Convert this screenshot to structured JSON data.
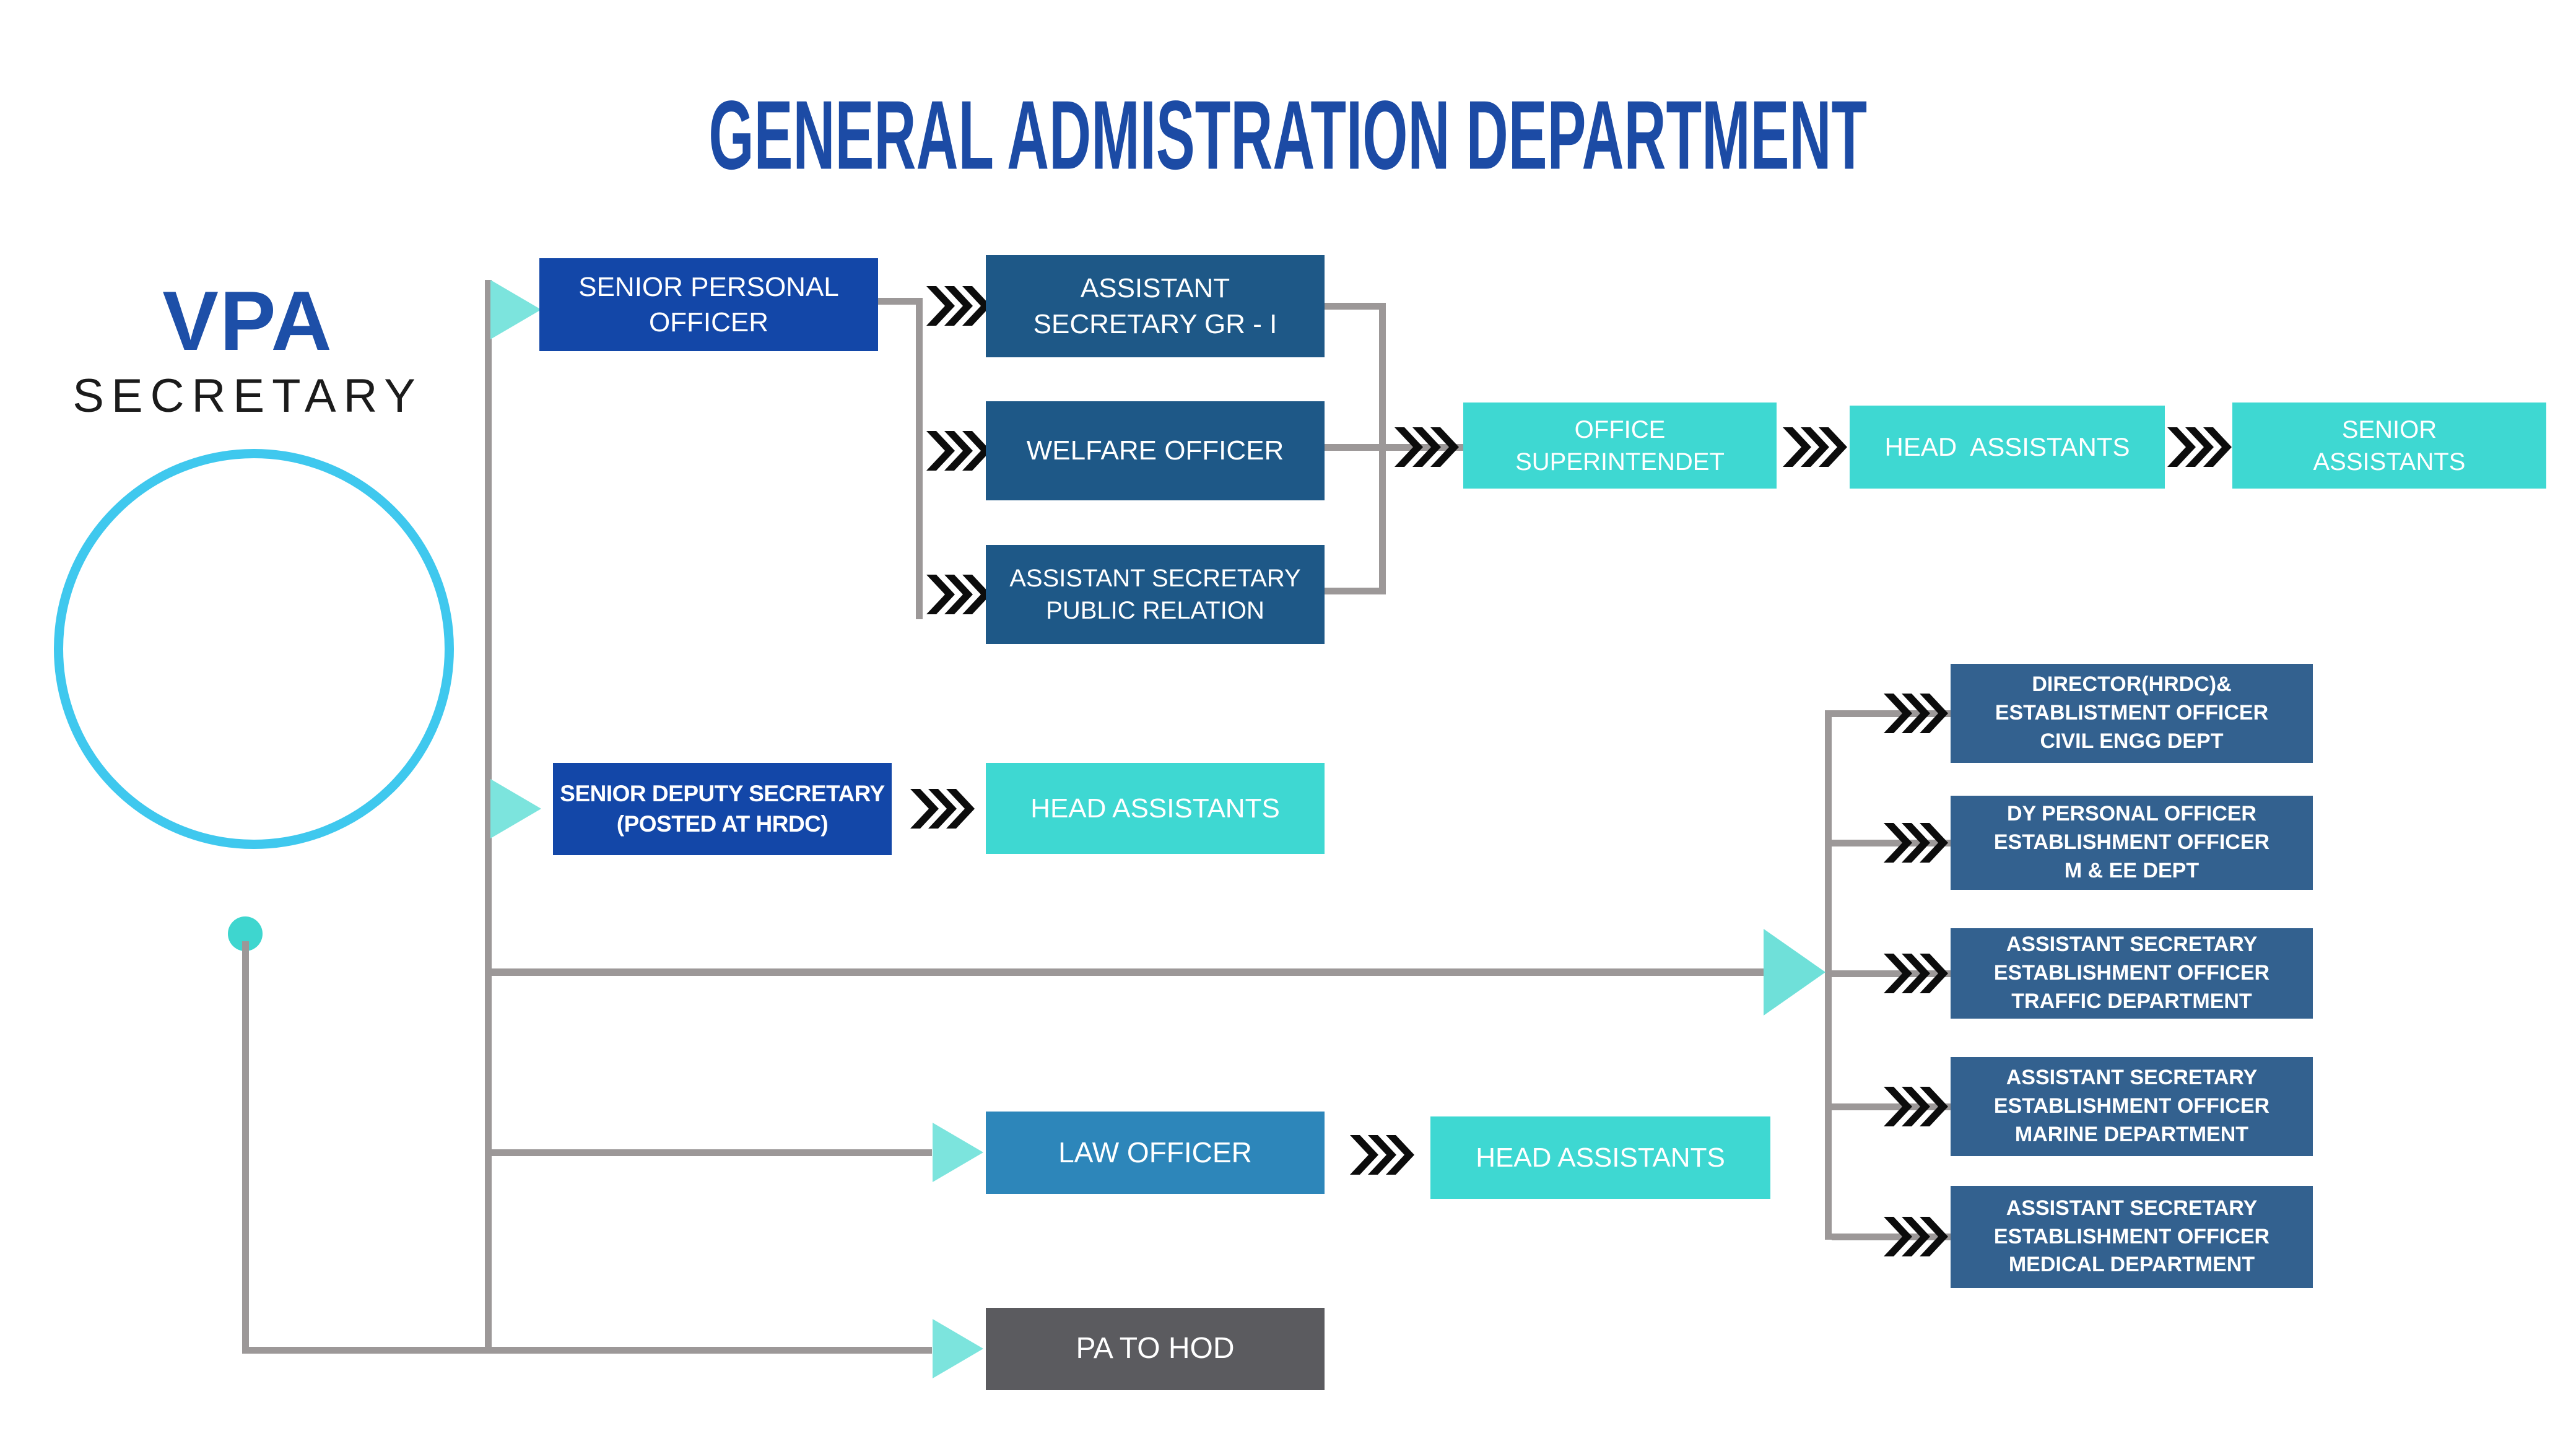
{
  "title": "GENERAL ADMISTRATION DEPARTMENT",
  "root": {
    "org": "VPA",
    "role": "SECRETARY"
  },
  "nodes": {
    "senior_personal_officer": "SENIOR PERSONAL\nOFFICER",
    "assistant_secretary_gr1": "ASSISTANT\nSECRETARY GR - I",
    "welfare_officer": "WELFARE OFFICER",
    "assistant_secretary_public_relation": "ASSISTANT SECRETARY\nPUBLIC RELATION",
    "office_superintendet": "OFFICE\nSUPERINTENDET",
    "head_assistants_office": "HEAD  ASSISTANTS",
    "senior_assistants": "SENIOR\nASSISTANTS",
    "senior_deputy_secretary": "SENIOR DEPUTY SECRETARY\n(POSTED AT HRDC)",
    "head_assistants_hrdc": "HEAD ASSISTANTS",
    "director_hrdc_civil": "DIRECTOR(HRDC)&\nESTABLISTMENT OFFICER\nCIVIL ENGG DEPT",
    "dy_personal_officer_mee": "DY PERSONAL OFFICER\nESTABLISHMENT OFFICER\nM & EE DEPT",
    "assistant_secretary_traffic": "ASSISTANT SECRETARY\nESTABLISHMENT OFFICER\nTRAFFIC DEPARTMENT",
    "assistant_secretary_marine": "ASSISTANT SECRETARY\nESTABLISHMENT OFFICER\nMARINE DEPARTMENT",
    "assistant_secretary_medical": "ASSISTANT SECRETARY\nESTABLISHMENT OFFICER\nMEDICAL DEPARTMENT",
    "law_officer": "LAW OFFICER",
    "head_assistants_law": "HEAD ASSISTANTS",
    "pa_to_hod": "PA TO HOD"
  },
  "colors": {
    "title_blue": "#1c4ba5",
    "royal_blue_box": "#1347a8",
    "dark_blue_box": "#1e5887",
    "right_column_box": "#33618f",
    "turquoise_box": "#3ed8d2",
    "steel_blue_box": "#2d86ba",
    "gray_box": "#5b5b5f",
    "connector_gray": "#9c9898",
    "teal_arrow": "#7ce4dd",
    "chevron_black": "#0c0c0c",
    "circle_blue": "#3fc8ee"
  }
}
